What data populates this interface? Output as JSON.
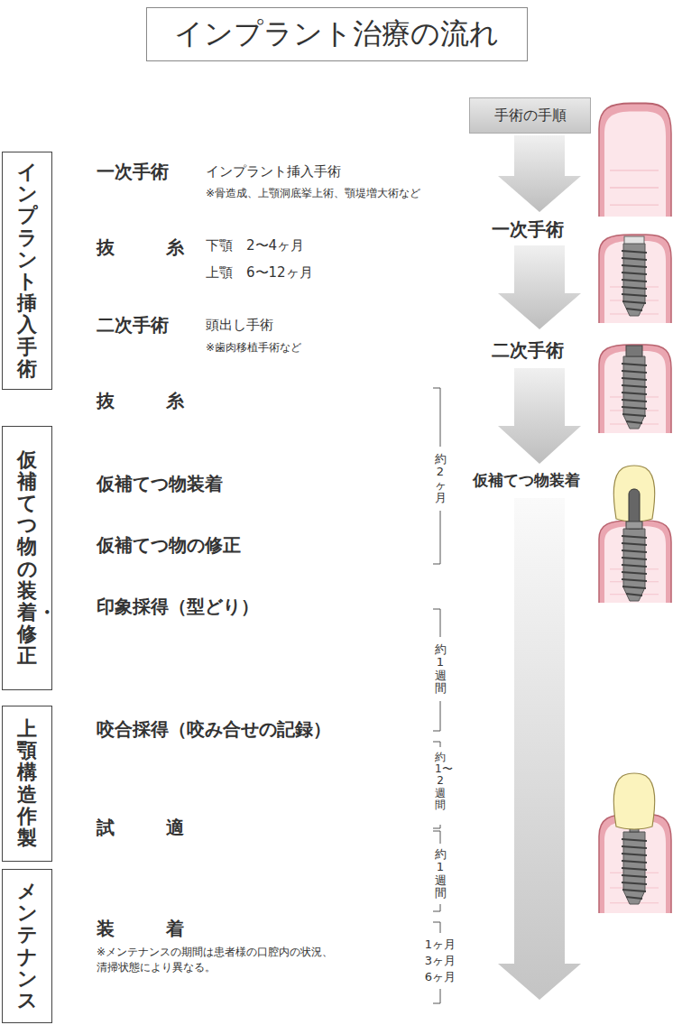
{
  "diagram": {
    "title": "インプラント治療の流れ",
    "nodes": [
      {
        "text": [
          "インプラント挿入手術"
        ]
      },
      {
        "text": [
          "仮補てつ物の装着・修正"
        ]
      },
      {
        "text": [
          "上顎構造作製"
        ]
      },
      {
        "text": [
          "メンテナンス"
        ]
      },
      {
        "text": [
          "手術の手順"
        ]
      }
    ],
    "labels": [
      "一次手術",
      "インプラント挿入手術",
      "※骨造成、上顎洞底挙上術、顎堤増大術など",
      "抜糸",
      "下顎　2〜4ヶ月",
      "上顎　6〜12ヶ月",
      "二次手術",
      "頭出し手術",
      "※歯肉移植手術など",
      "抜糸",
      "仮補てつ物装着",
      "仮補てつ物の修正",
      "印象採得（型どり）",
      "咬合採得（咬み合せの記録）",
      "試適",
      "装着",
      "※メンテナンスの期間は患者様の口腔内の状況、 清掃状態により異なる。",
      "一次手術",
      "二次手術",
      "仮補てつ物装着",
      "約2ヶ月",
      "約1週間",
      "約1〜2週間",
      "約1週間",
      "1ヶ月",
      "3ヶ月",
      "6ヶ月"
    ]
  }
}
